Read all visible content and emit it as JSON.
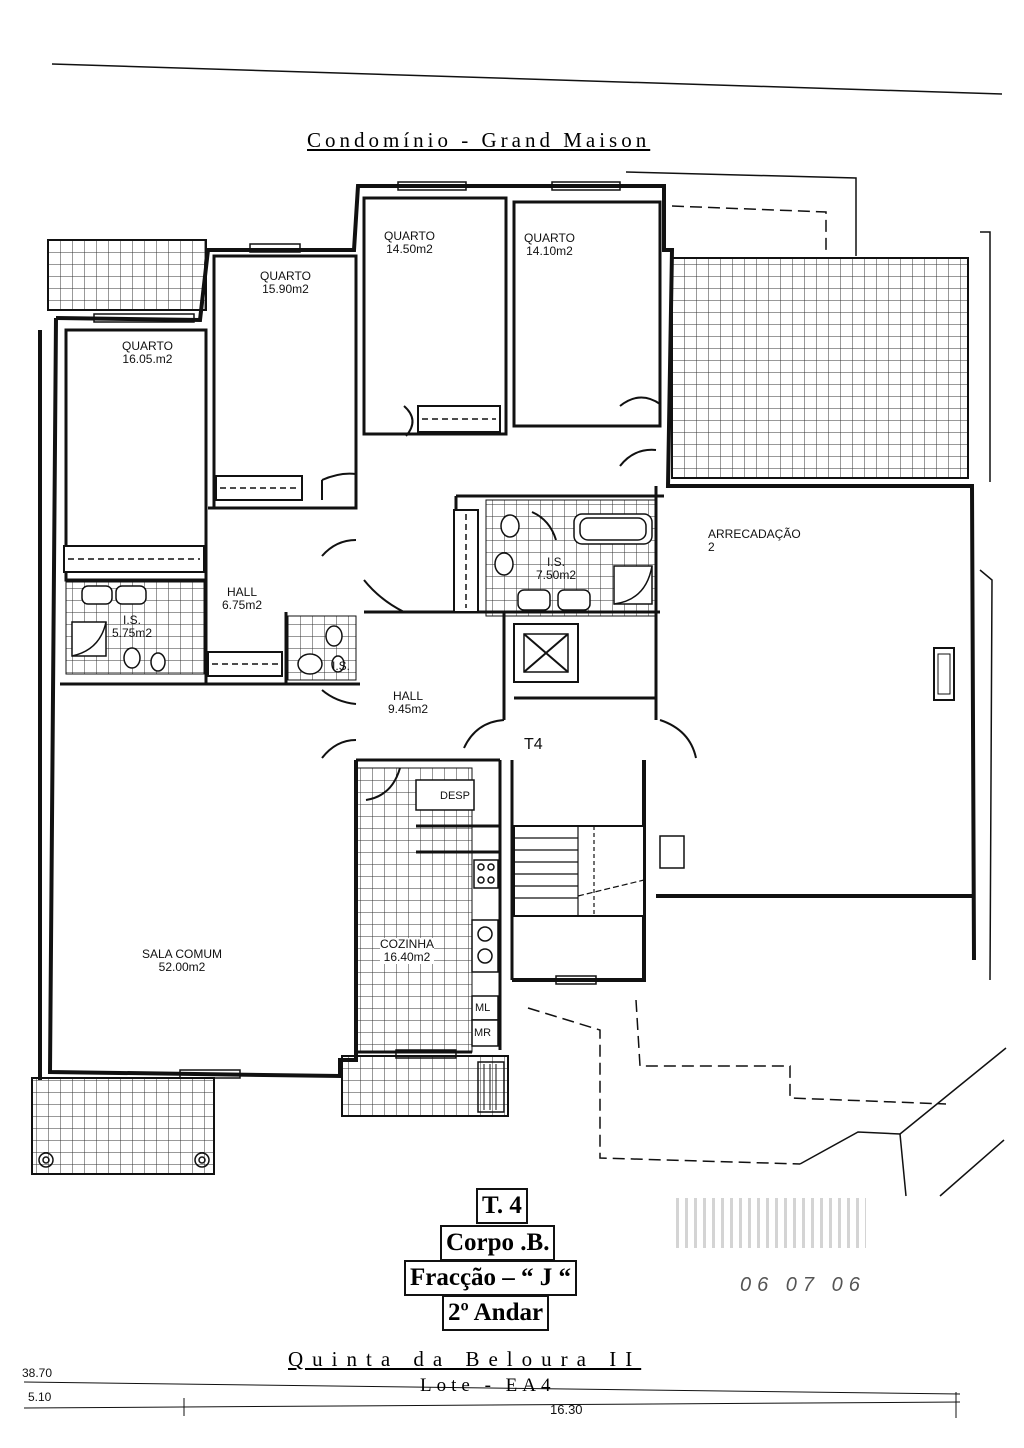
{
  "header": {
    "title": "Condomínio - Grand Maison"
  },
  "rooms": {
    "quarto_1": {
      "name": "QUARTO",
      "area": "16.05.m2"
    },
    "quarto_2": {
      "name": "QUARTO",
      "area": "15.90m2"
    },
    "quarto_3": {
      "name": "QUARTO",
      "area": "14.50m2"
    },
    "quarto_4": {
      "name": "QUARTO",
      "area": "14.10m2"
    },
    "arrecadacao": {
      "name": "ARRECADAÇÃO",
      "number": "2"
    },
    "is_1": {
      "name": "I.S.",
      "area": "5.75m2"
    },
    "hall_1": {
      "name": "HALL",
      "area": "6.75m2"
    },
    "is_2": {
      "name": "I.S.",
      "area": "7.50m2"
    },
    "is_3": {
      "name": "I.S."
    },
    "hall_2": {
      "name": "HALL",
      "area": "9.45m2"
    },
    "sala": {
      "name": "SALA COMUM",
      "area": "52.00m2"
    },
    "cozinha": {
      "name": "COZINHA",
      "area": "16.40m2"
    },
    "desp": "DESP",
    "ml": "ML",
    "mr": "MR",
    "type_label": "T4"
  },
  "info_boxes": {
    "type": "T. 4",
    "corpo": "Corpo .B.",
    "fraccao": "Fracção – “ J “",
    "andar": "2º Andar"
  },
  "footer": {
    "title": "Quinta da Beloura II",
    "lote": "Lote - EA4",
    "dimension": "16.30",
    "left_values": [
      "38.70",
      "5.10"
    ]
  },
  "stamp": {
    "date": "06 07 06"
  }
}
